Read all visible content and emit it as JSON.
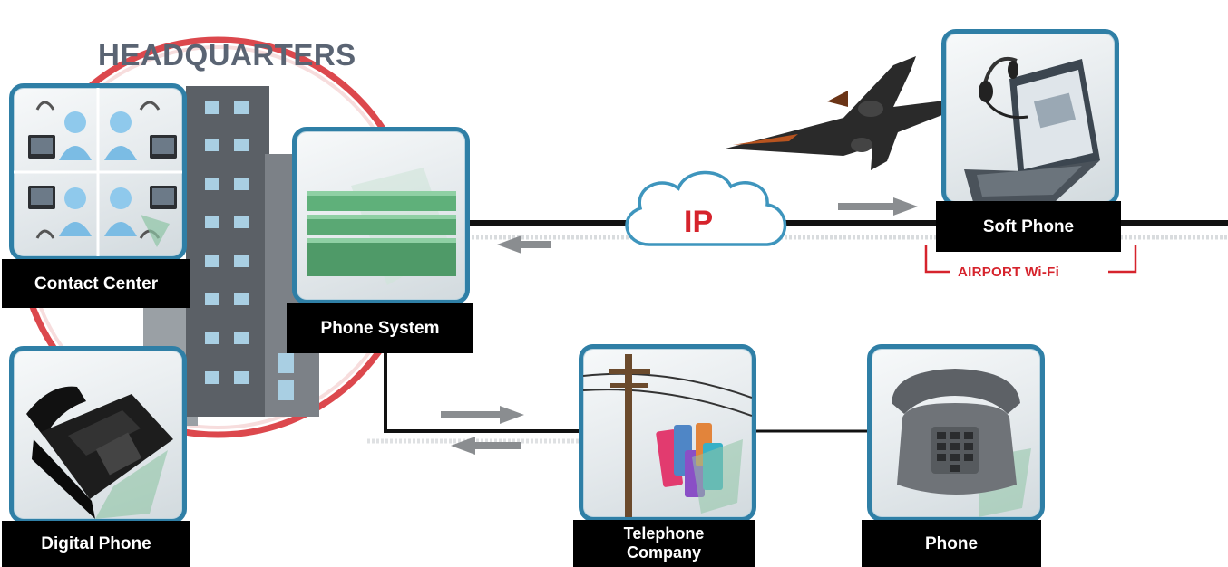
{
  "title": "HEADQUARTERS",
  "cloud": {
    "label": "IP"
  },
  "nodes": {
    "contact_center": {
      "label": "Contact Center"
    },
    "digital_phone": {
      "label": "Digital Phone"
    },
    "phone_system": {
      "label": "Phone System"
    },
    "soft_phone": {
      "label": "Soft Phone",
      "network": "AIRPORT Wi-Fi"
    },
    "telephone_company": {
      "label_line1": "Telephone",
      "label_line2": "Company"
    },
    "phone": {
      "label": "Phone"
    }
  },
  "colors": {
    "tile_border": "#2f7fa6",
    "accent_red": "#d6232c",
    "building_gray": "#5b6066",
    "arrow_gray": "#8a8d90",
    "label_bg": "#000000"
  },
  "icons": [
    "headset-agent-icon",
    "building-icon",
    "pbx-server-icon",
    "cloud-icon",
    "airplane-icon",
    "laptop-icon",
    "desk-phone-icon",
    "telephone-pole-icon",
    "pushbutton-phone-icon"
  ]
}
